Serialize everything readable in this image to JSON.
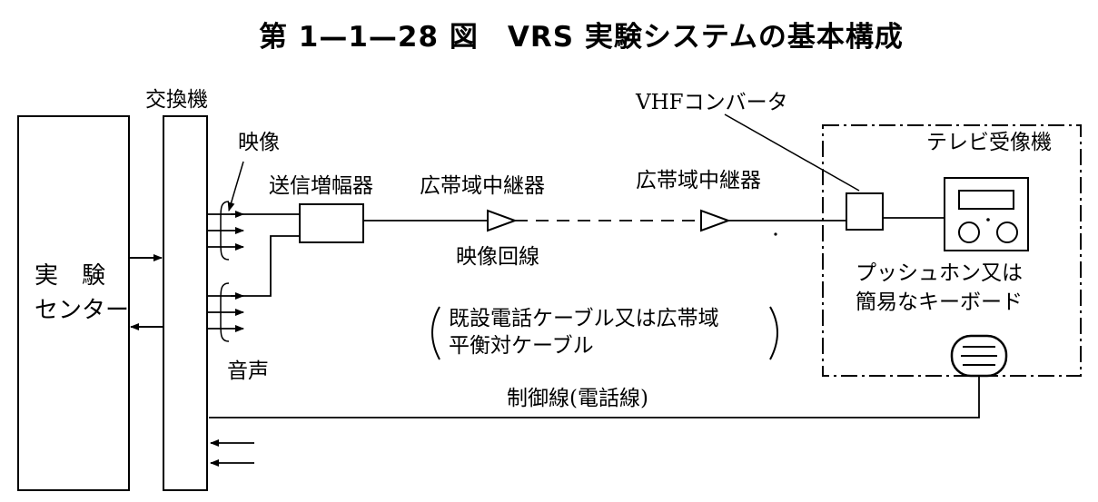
{
  "title": "第 1—1—28 図　VRS 実験システムの基本構成",
  "labels": {
    "center_line1": "実　験",
    "center_line2": "センター",
    "exchange": "交換機",
    "video": "映像",
    "audio": "音声",
    "tx_amp": "送信増幅器",
    "relay1": "広帯域中継器",
    "relay2": "広帯域中継器",
    "video_line": "映像回線",
    "cable_line1": "既設電話ケーブル又は広帯域",
    "cable_line2": "平衡対ケーブル",
    "vhf_converter": "VHFコンバータ",
    "tv": "テレビ受像機",
    "keypad_line1": "プッシュホン又は",
    "keypad_line2": "簡易なキーボード",
    "control_line": "制御線(電話線)"
  }
}
